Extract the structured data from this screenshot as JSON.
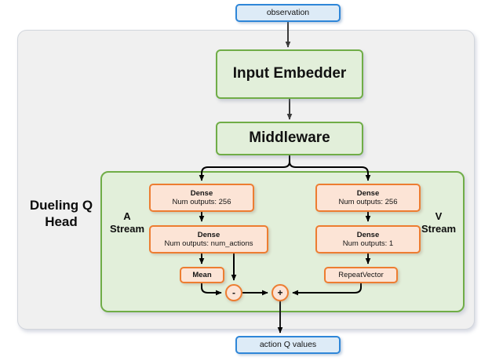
{
  "diagram": {
    "title_label": "Dueling Q Head",
    "stream_a_label": "A\nStream",
    "stream_a_line1": "A",
    "stream_a_line2": "Stream",
    "stream_v_line1": "V",
    "stream_v_line2": "Stream",
    "colors": {
      "green_fill": "#e2efda",
      "green_border": "#70ad47",
      "orange_fill": "#fce4d6",
      "orange_border": "#ed7d31",
      "blue_fill": "#ddebf7",
      "blue_border": "#2e86d8",
      "panel_fill": "#f0f0f0",
      "panel_border": "#d2d6dc",
      "edge": "#000000"
    }
  },
  "io": {
    "input_label": "observation",
    "output_label": "action Q values"
  },
  "backbone": {
    "input_embedder": "Input Embedder",
    "middleware": "Middleware"
  },
  "stream_a": {
    "dense1_title": "Dense",
    "dense1_sub": "Num outputs: 256",
    "dense2_title": "Dense",
    "dense2_sub": "Num outputs: num_actions",
    "mean": "Mean",
    "operator": "-"
  },
  "stream_v": {
    "dense1_title": "Dense",
    "dense1_sub": "Num outputs: 256",
    "dense2_title": "Dense",
    "dense2_sub": "Num outputs: 1",
    "repeat_vector": "RepeatVector"
  },
  "merge": {
    "operator": "+"
  },
  "icons": {
    "arrow_head": "arrow-head-icon"
  }
}
